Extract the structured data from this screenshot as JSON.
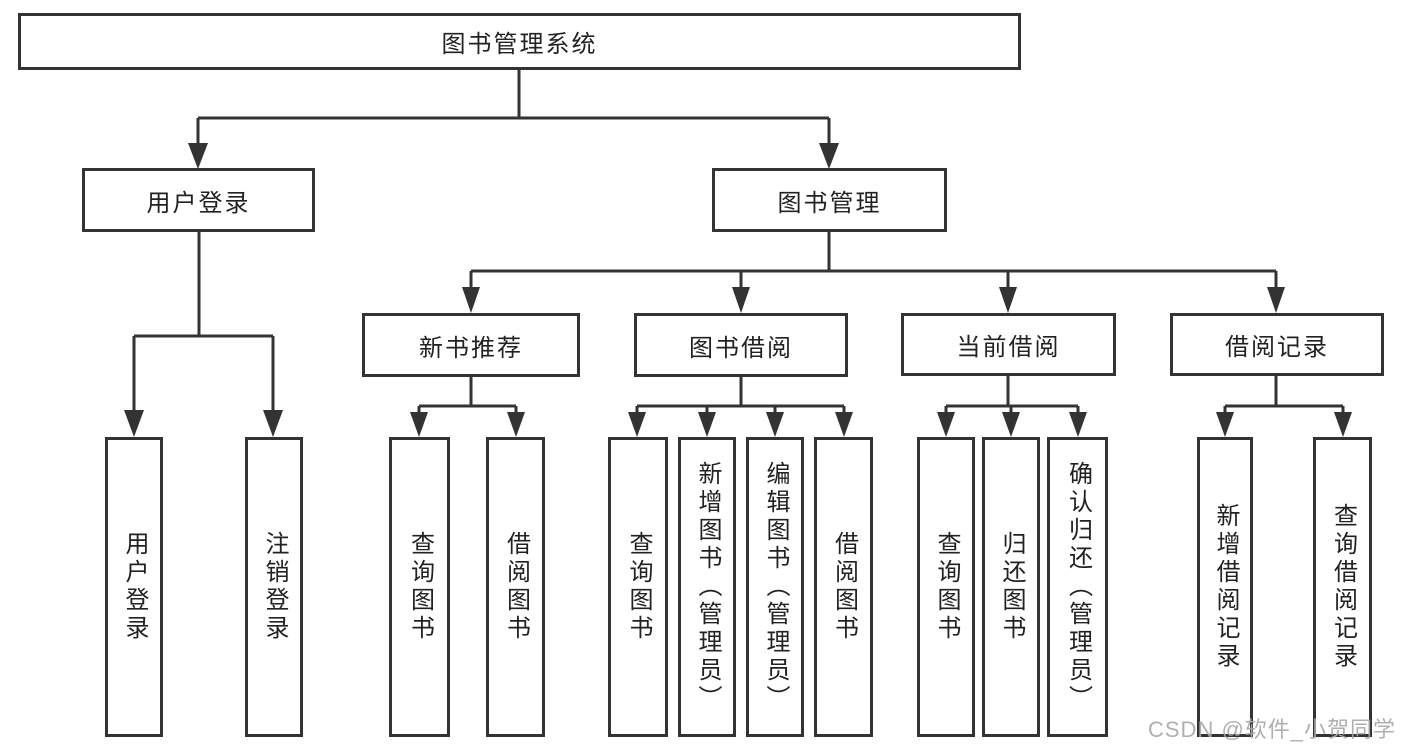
{
  "tree": {
    "root": {
      "label": "图书管理系统"
    },
    "level1": [
      {
        "label": "用户登录"
      },
      {
        "label": "图书管理"
      }
    ],
    "level2": [
      {
        "label": "新书推荐",
        "parent": "图书管理"
      },
      {
        "label": "图书借阅",
        "parent": "图书管理"
      },
      {
        "label": "当前借阅",
        "parent": "图书管理"
      },
      {
        "label": "借阅记录",
        "parent": "图书管理"
      }
    ],
    "leaves": [
      {
        "label": "用户登录",
        "parent": "用户登录"
      },
      {
        "label": "注销登录",
        "parent": "用户登录"
      },
      {
        "label": "查询图书",
        "parent": "新书推荐"
      },
      {
        "label": "借阅图书",
        "parent": "新书推荐"
      },
      {
        "label": "查询图书",
        "parent": "图书借阅"
      },
      {
        "label": "新增图书（管理员）",
        "parent": "图书借阅"
      },
      {
        "label": "编辑图书（管理员）",
        "parent": "图书借阅"
      },
      {
        "label": "借阅图书",
        "parent": "图书借阅"
      },
      {
        "label": "查询图书",
        "parent": "当前借阅"
      },
      {
        "label": "归还图书",
        "parent": "当前借阅"
      },
      {
        "label": "确认归还（管理员）",
        "parent": "当前借阅"
      },
      {
        "label": "新增借阅记录",
        "parent": "借阅记录"
      },
      {
        "label": "查询借阅记录",
        "parent": "借阅记录"
      }
    ]
  },
  "watermark": {
    "text": "CSDN @软件_小贺同学"
  },
  "colors": {
    "line": "#333333",
    "box_border": "#333333",
    "text": "#222222",
    "background": "#ffffff",
    "watermark": "#a8a8a8"
  }
}
